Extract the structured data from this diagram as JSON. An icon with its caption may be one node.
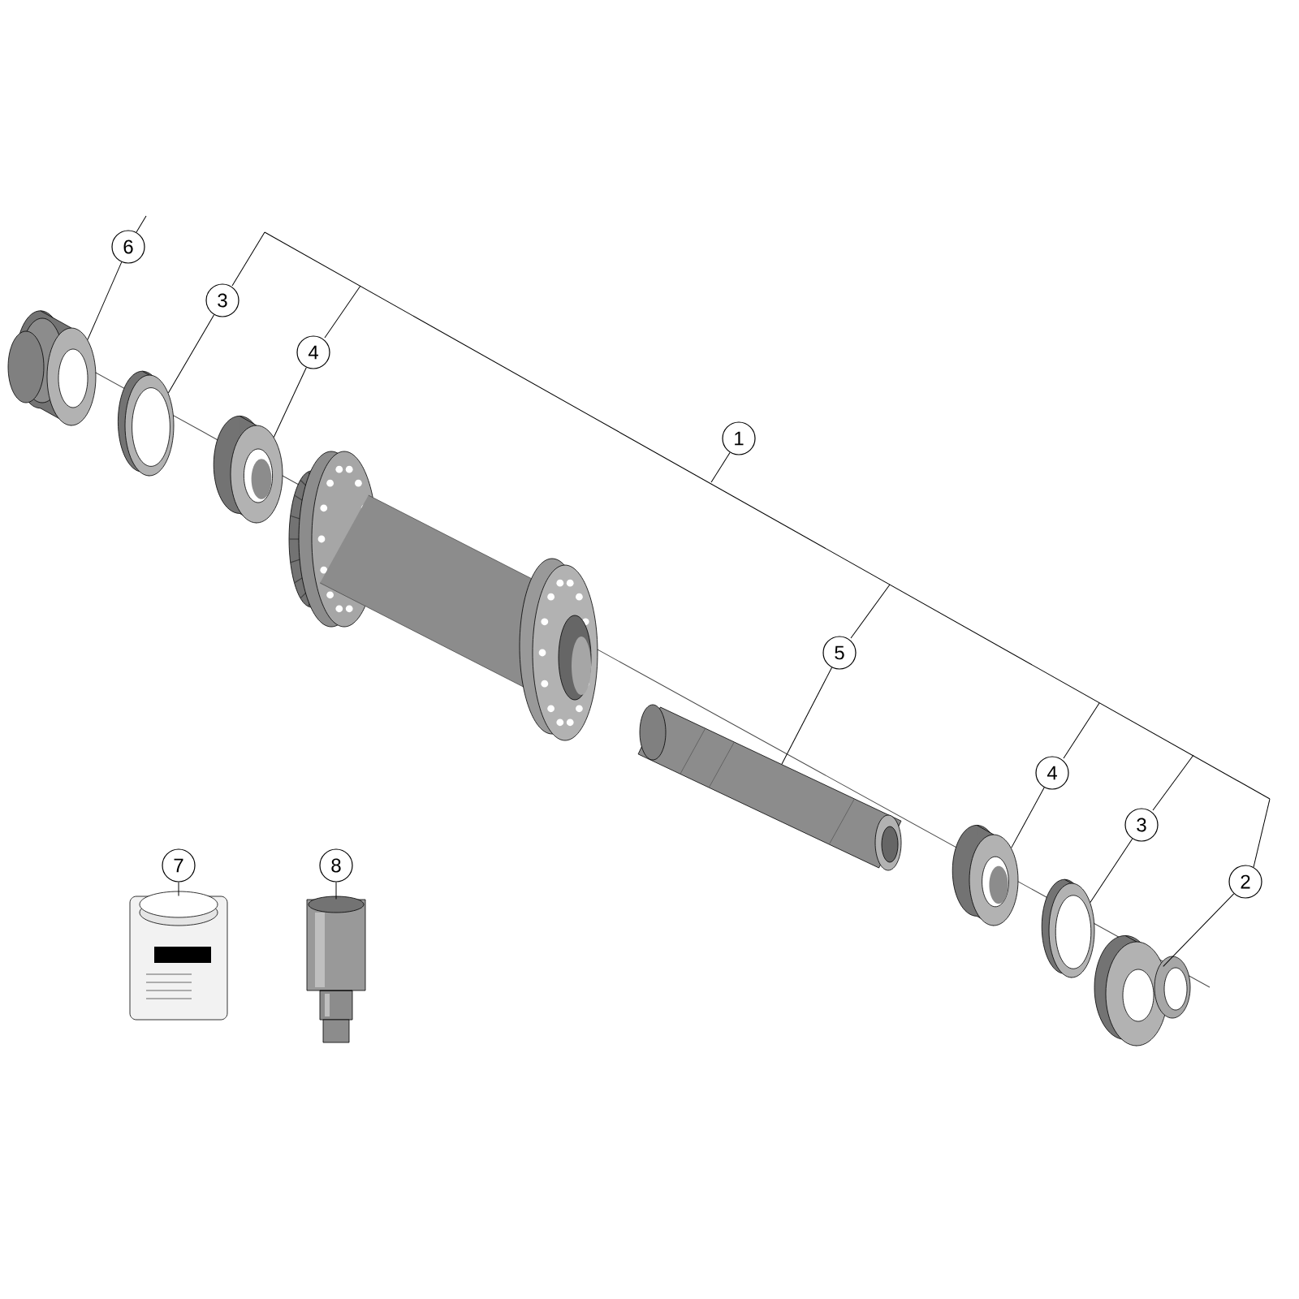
{
  "diagram": {
    "nodes": [
      {
        "text": [
          "6"
        ]
      },
      {
        "text": [
          "3"
        ]
      },
      {
        "text": [
          "4"
        ]
      },
      {
        "text": [
          "1"
        ]
      },
      {
        "text": [
          "5"
        ]
      },
      {
        "text": [
          "4"
        ]
      },
      {
        "text": [
          "3"
        ]
      },
      {
        "text": [
          "2"
        ]
      },
      {
        "text": [
          "7"
        ]
      },
      {
        "text": [
          "8"
        ]
      },
      {
        "text": [],
        "shape": "picture"
      },
      {
        "text": [],
        "shape": "picture"
      },
      {
        "text": [],
        "shape": "picture"
      },
      {
        "text": [],
        "shape": "picture"
      },
      {
        "text": [],
        "shape": "picture"
      },
      {
        "text": [],
        "shape": "picture"
      },
      {
        "text": [],
        "shape": "picture"
      },
      {
        "text": [],
        "shape": "picture"
      },
      {
        "text": [],
        "shape": "picture"
      }
    ],
    "edges": [
      {
        "from": 0,
        "to": 10,
        "arrow": "none"
      },
      {
        "from": 1,
        "to": 11,
        "arrow": "none"
      },
      {
        "from": 2,
        "to": 12,
        "arrow": "none"
      },
      {
        "from": 3,
        "to": null,
        "arrow": "none"
      },
      {
        "from": 4,
        "to": 13,
        "arrow": "none"
      },
      {
        "from": 5,
        "to": 14,
        "arrow": "none"
      },
      {
        "from": 6,
        "to": 15,
        "arrow": "none"
      },
      {
        "from": 7,
        "to": 16,
        "arrow": "none"
      },
      {
        "from": 8,
        "to": 17,
        "arrow": "none"
      },
      {
        "from": 9,
        "to": 18,
        "arrow": "none"
      }
    ]
  }
}
